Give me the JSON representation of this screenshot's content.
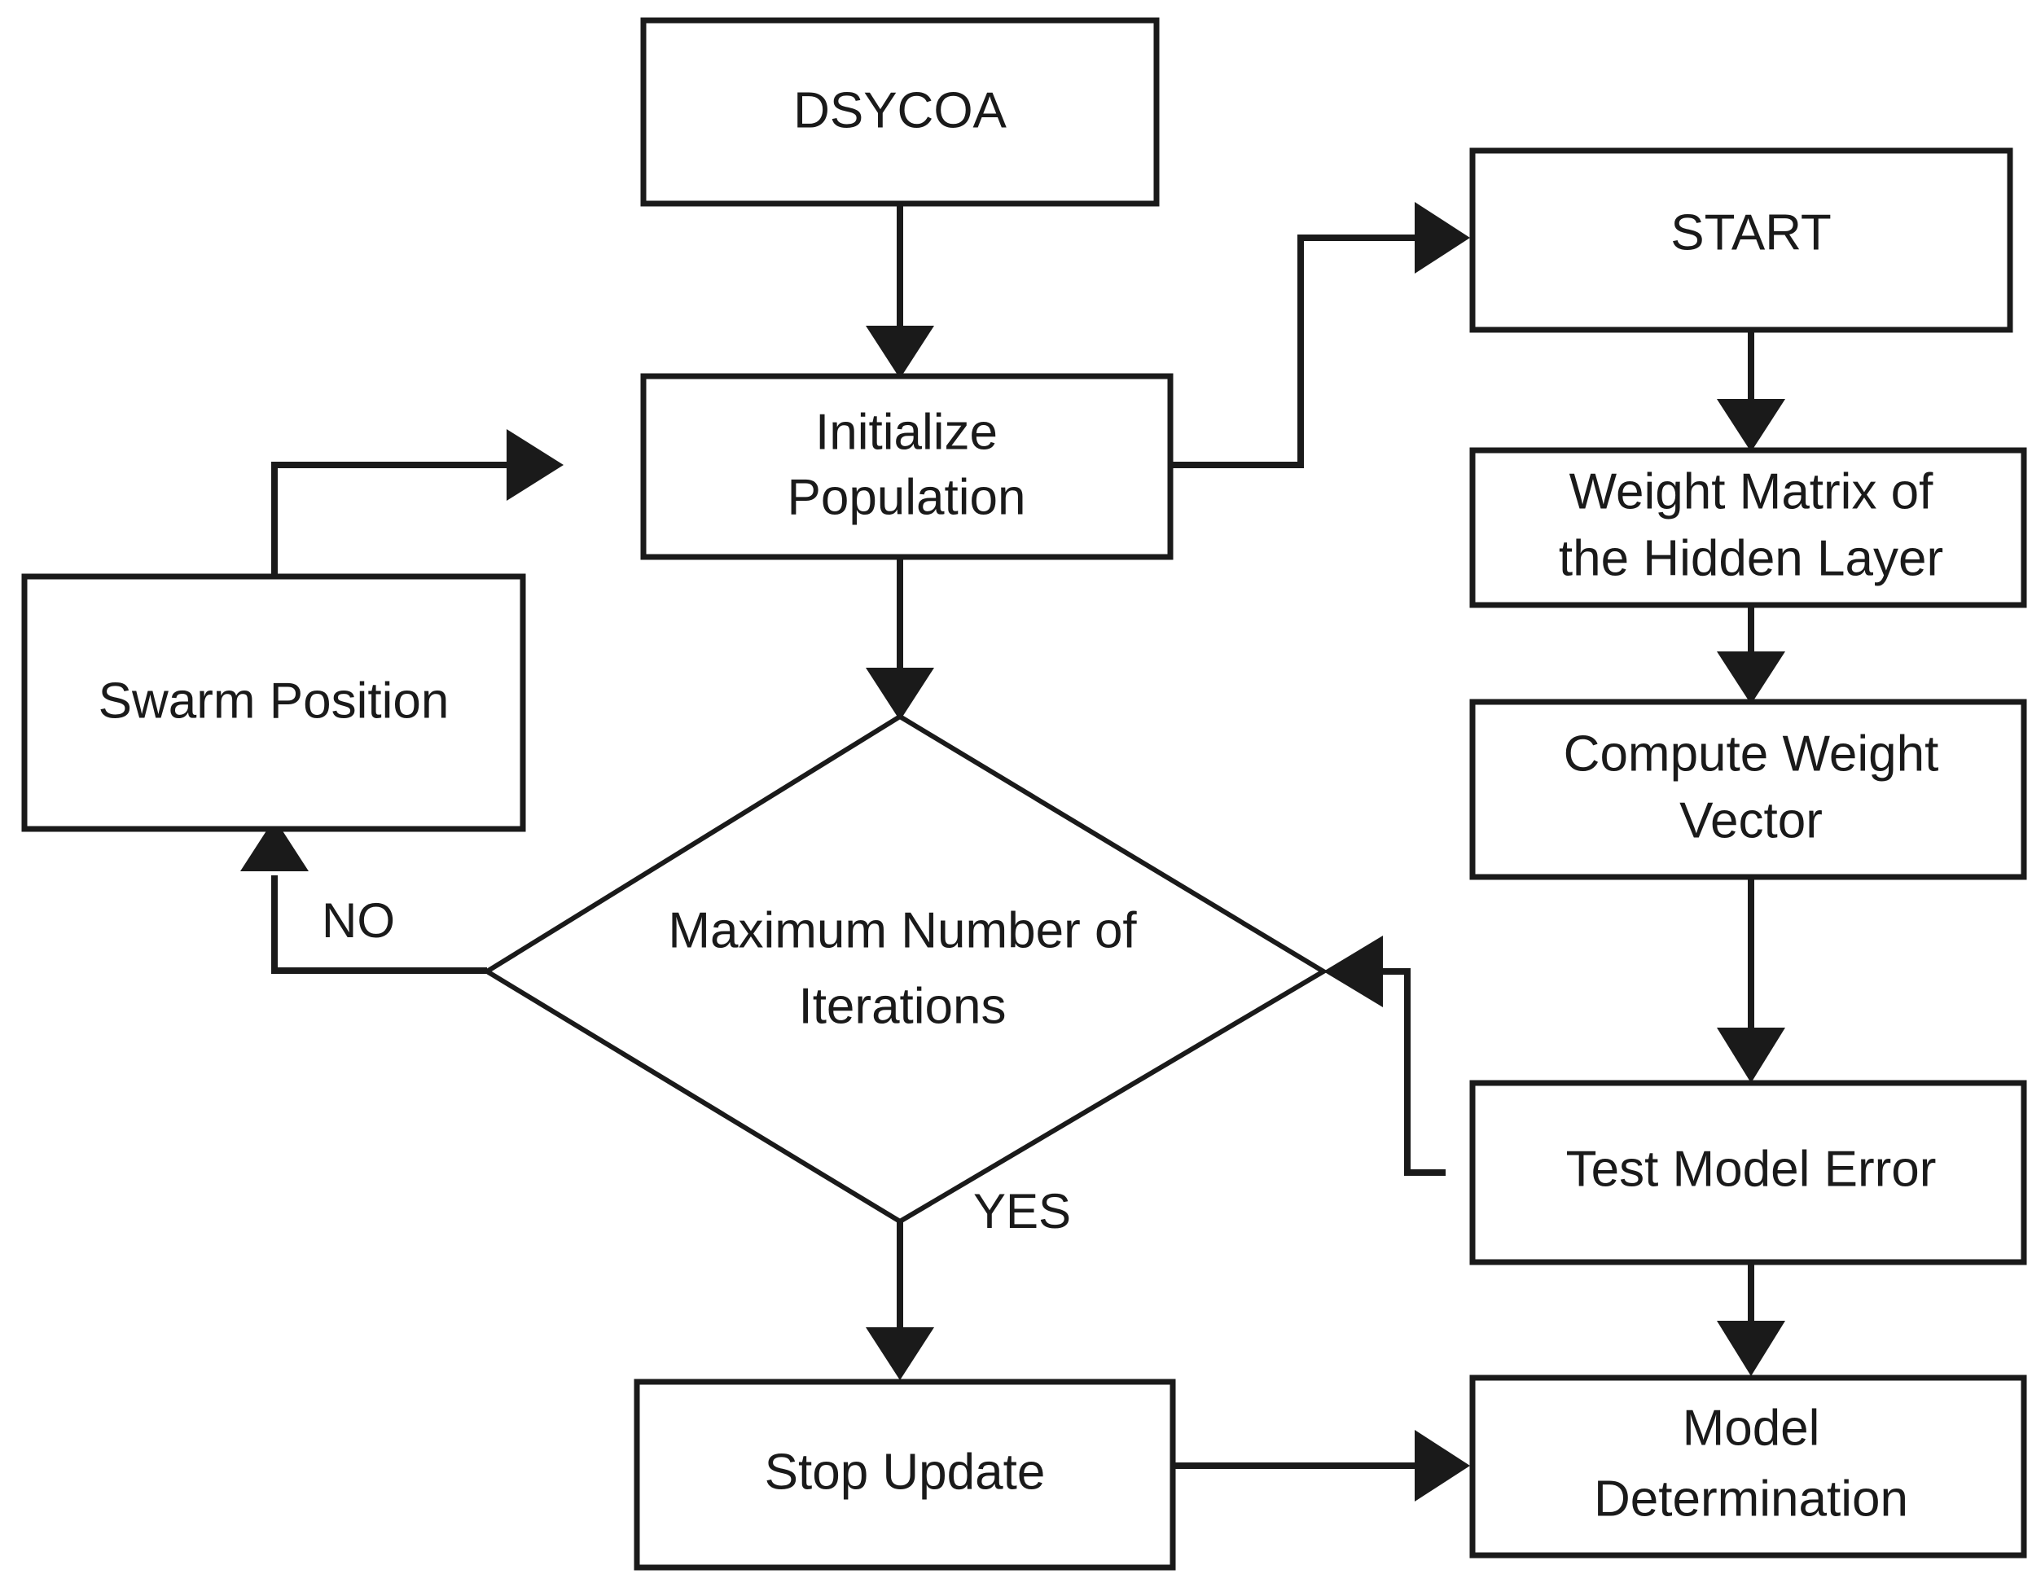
{
  "diagram": {
    "title": "DSYCOA flowchart",
    "colors": {
      "stroke": "#1a1a1a",
      "fill": "#ffffff",
      "background": "#ffffff"
    },
    "nodes": {
      "dsycoa": {
        "label": "DSYCOA",
        "shape": "rectangle"
      },
      "initialize_population": {
        "line1": "Initialize",
        "line2": "Population",
        "shape": "rectangle"
      },
      "swarm_position": {
        "label": "Swarm Position",
        "shape": "rectangle"
      },
      "max_iterations": {
        "line1": "Maximum Number of",
        "line2": "Iterations",
        "shape": "diamond"
      },
      "stop_update": {
        "label": "Stop Update",
        "shape": "rectangle"
      },
      "start": {
        "label": "START",
        "shape": "rectangle"
      },
      "weight_matrix": {
        "line1": "Weight Matrix of",
        "line2": "the Hidden Layer",
        "shape": "rectangle"
      },
      "compute_weight_vector": {
        "line1": "Compute Weight",
        "line2": "Vector",
        "shape": "rectangle"
      },
      "test_model_error": {
        "label": "Test Model Error",
        "shape": "rectangle"
      },
      "model_determination": {
        "line1": "Model",
        "line2": "Determination",
        "shape": "rectangle"
      }
    },
    "edge_labels": {
      "no": "NO",
      "yes": "YES"
    },
    "edges": [
      {
        "from": "dsycoa",
        "to": "initialize_population",
        "label": ""
      },
      {
        "from": "initialize_population",
        "to": "max_iterations",
        "label": ""
      },
      {
        "from": "initialize_population",
        "to": "start",
        "label": ""
      },
      {
        "from": "max_iterations",
        "to": "swarm_position",
        "label": "NO"
      },
      {
        "from": "max_iterations",
        "to": "stop_update",
        "label": "YES"
      },
      {
        "from": "swarm_position",
        "to": "initialize_population",
        "label": ""
      },
      {
        "from": "start",
        "to": "weight_matrix",
        "label": ""
      },
      {
        "from": "weight_matrix",
        "to": "compute_weight_vector",
        "label": ""
      },
      {
        "from": "compute_weight_vector",
        "to": "test_model_error",
        "label": ""
      },
      {
        "from": "test_model_error",
        "to": "max_iterations",
        "label": ""
      },
      {
        "from": "test_model_error",
        "to": "model_determination",
        "label": ""
      },
      {
        "from": "stop_update",
        "to": "model_determination",
        "label": ""
      }
    ]
  }
}
